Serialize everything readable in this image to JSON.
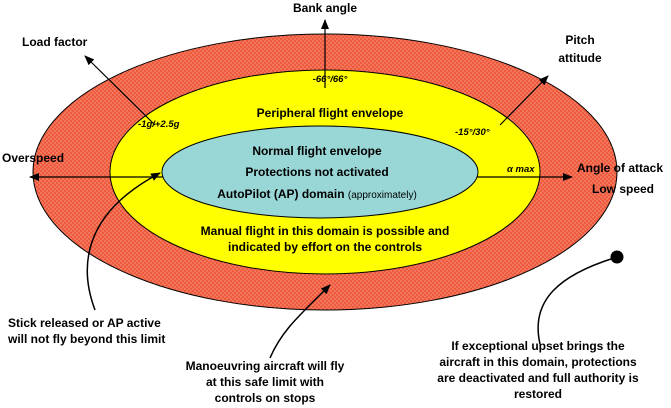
{
  "axes": {
    "bank_angle": "Bank angle",
    "load_factor": "Load factor",
    "pitch_attitude_line1": "Pitch",
    "pitch_attitude_line2": "attitude",
    "overspeed": "Overspeed",
    "angle_of_attack": "Angle of attack",
    "low_speed": "Low speed"
  },
  "limits": {
    "bank": "-66°/66°",
    "load": "-1g/+2.5g",
    "pitch": "-15°/30°",
    "alpha": "α max"
  },
  "envelopes": {
    "peripheral": "Peripheral flight envelope",
    "normal": "Normal flight envelope",
    "protections": "Protections not activated",
    "autopilot": "AutoPilot (AP) domain",
    "autopilot_note": "(approximately)",
    "manual_line1": "Manual flight in this domain is possible and",
    "manual_line2": "indicated by effort on the controls"
  },
  "notes": {
    "stick_line1": "Stick released or AP active",
    "stick_line2": "will not fly beyond this limit",
    "manoeuvring_line1": "Manoeuvring aircraft will fly",
    "manoeuvring_line2": "at this safe limit with",
    "manoeuvring_line3": "controls on stops",
    "upset_line1": "If exceptional upset brings the",
    "upset_line2": "aircraft in this domain, protections",
    "upset_line3": "are deactivated and full authority is",
    "upset_line4": "restored"
  },
  "colors": {
    "outer_zone": "#f05a3c",
    "middle_zone": "#ffff00",
    "inner_zone": "#99d6d6"
  }
}
